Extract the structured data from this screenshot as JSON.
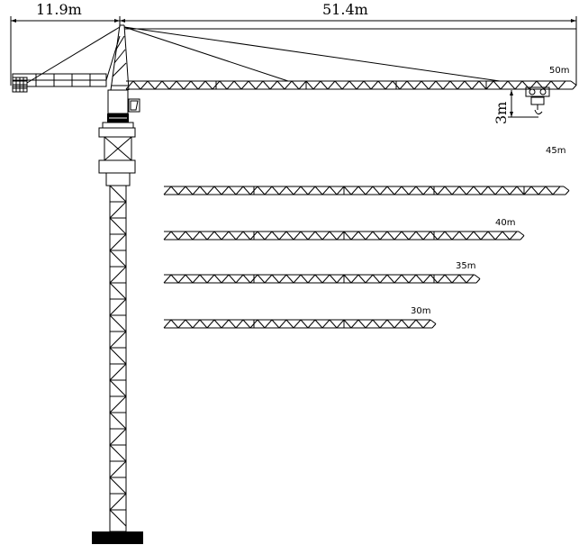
{
  "dimensions": {
    "counter_jib": "11.9m",
    "main_jib": "51.4m",
    "hook_height": "3m"
  },
  "jib_lengths": [
    {
      "label": "50m"
    },
    {
      "label": "45m"
    },
    {
      "label": "40m"
    },
    {
      "label": "35m"
    },
    {
      "label": "30m"
    }
  ]
}
